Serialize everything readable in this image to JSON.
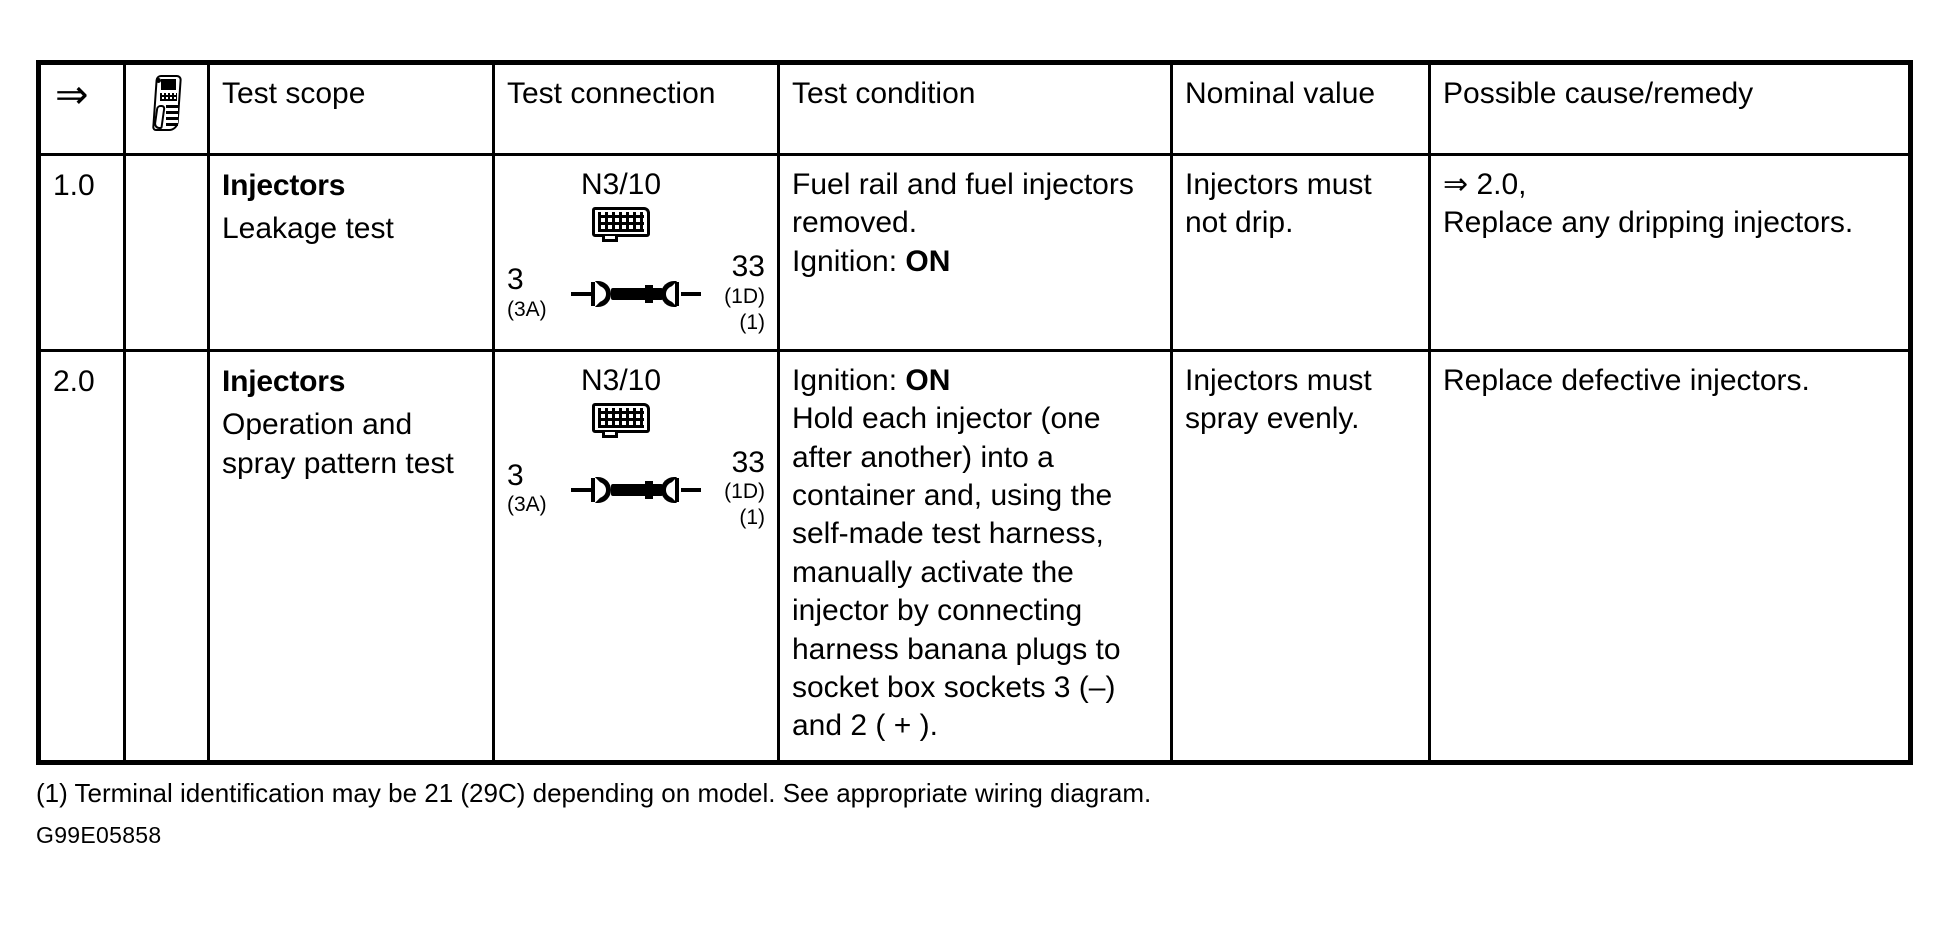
{
  "document": {
    "footnote": "(1) Terminal identification may be 21 (29C) depending on model. See appropriate wiring diagram.",
    "doc_code": "G99E05858"
  },
  "table": {
    "headers": {
      "step_arrow": "⇒",
      "meter_icon": "multimeter-icon",
      "test_scope": "Test scope",
      "test_connection": "Test connection",
      "test_condition": "Test condition",
      "nominal_value": "Nominal value",
      "possible_cause": "Possible cause/remedy"
    },
    "rows": [
      {
        "step": "1.0",
        "meter": "",
        "scope_title": "Injectors",
        "scope_sub": "Leakage test",
        "connection": {
          "connector_label": "N3/10",
          "socket_icon": "socket-box-icon",
          "plug_icon": "banana-plug-symbol",
          "left_terminal": "3",
          "left_terminal_sub": "(3A)",
          "right_terminal": "33",
          "right_terminal_sub": "(1D)",
          "right_terminal_note": "(1)"
        },
        "condition_lines": [
          "Fuel rail and fuel injectors",
          "removed."
        ],
        "condition_ignition_label": "Ignition:",
        "condition_ignition_value": "ON",
        "nominal_lines": [
          "Injectors must",
          "not drip."
        ],
        "remedy_arrow": "⇒ 2.0,",
        "remedy_lines": [
          "Replace any dripping injectors."
        ]
      },
      {
        "step": "2.0",
        "meter": "",
        "scope_title": "Injectors",
        "scope_sub": "Operation and\nspray pattern  test",
        "connection": {
          "connector_label": "N3/10",
          "socket_icon": "socket-box-icon",
          "plug_icon": "banana-plug-symbol",
          "left_terminal": "3",
          "left_terminal_sub": "(3A)",
          "right_terminal": "33",
          "right_terminal_sub": "(1D)",
          "right_terminal_note": "(1)"
        },
        "condition_ignition_label": "Ignition:",
        "condition_ignition_value": "ON",
        "condition_lines": [
          "Hold each injector (one",
          "after another) into a",
          "container and, using the",
          "self-made test harness,",
          "manually activate the",
          "injector by connecting",
          "harness banana plugs to",
          "socket box sockets 3 (–)",
          "and 2 ( + )."
        ],
        "nominal_lines": [
          "Injectors must",
          "spray evenly."
        ],
        "remedy_lines": [
          "Replace defective injectors."
        ]
      }
    ]
  }
}
